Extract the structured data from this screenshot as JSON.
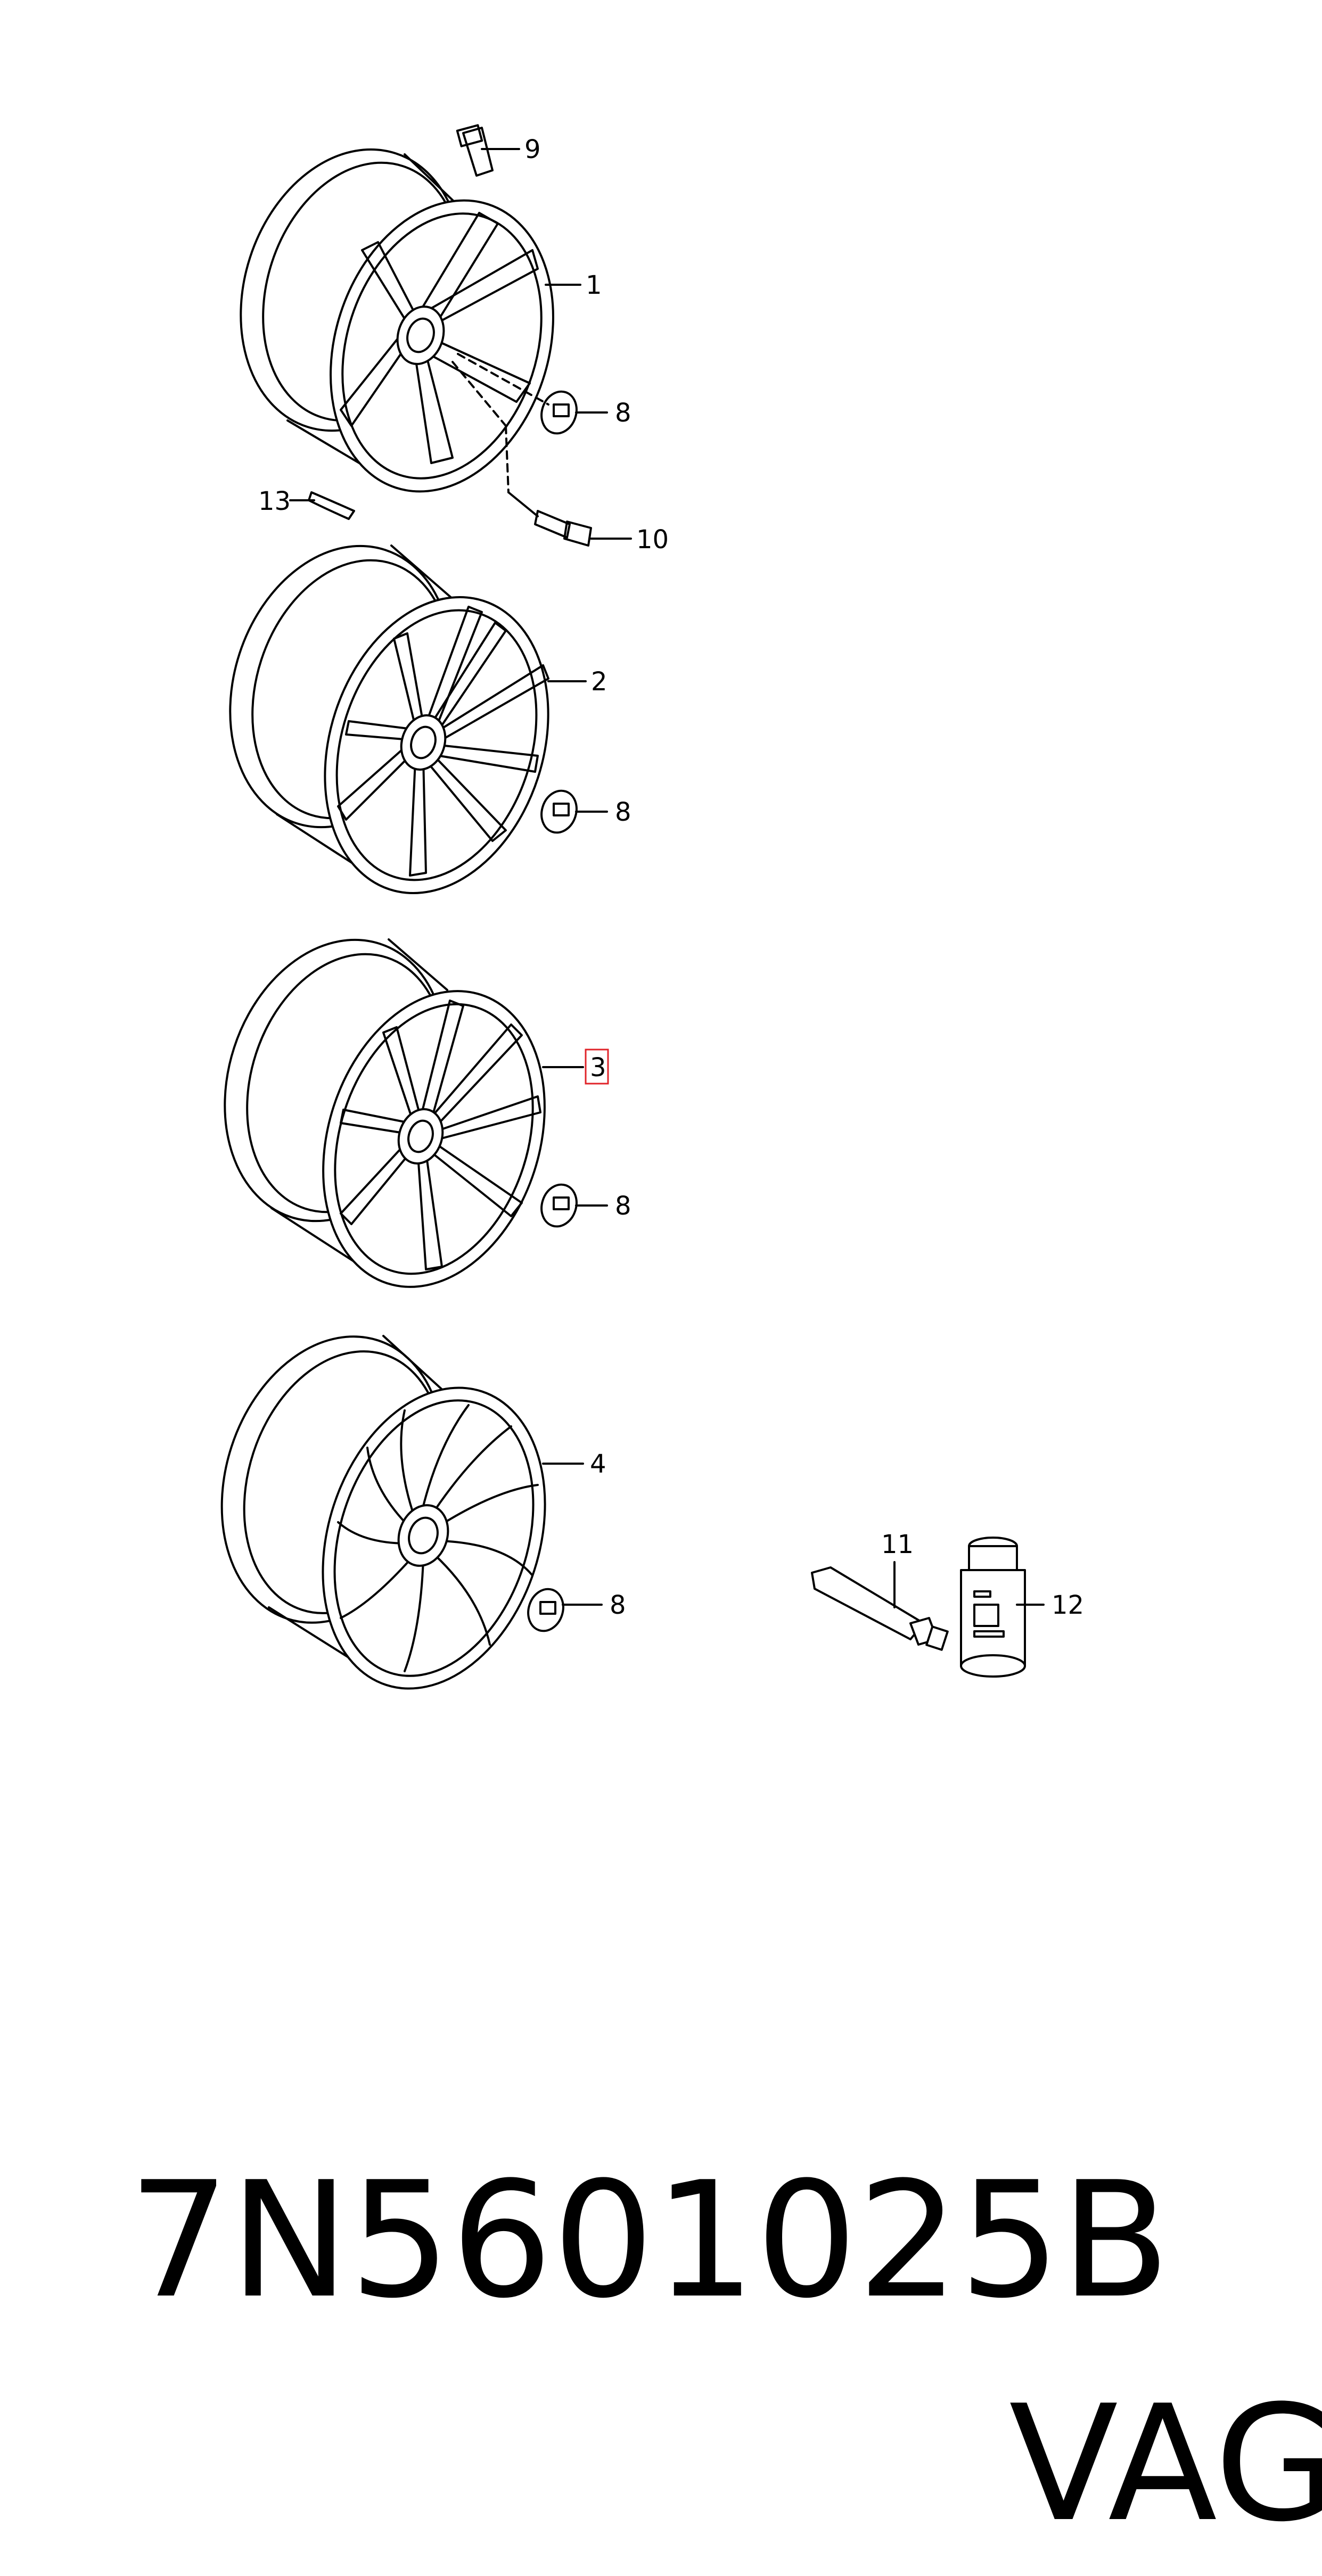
{
  "callouts": {
    "c9": "9",
    "c1": "1",
    "c8a": "8",
    "c13": "13",
    "c10": "10",
    "c2": "2",
    "c8b": "8",
    "c3": "3",
    "c8c": "8",
    "c4": "4",
    "c8d": "8",
    "c11": "11",
    "c12": "12"
  },
  "footer": {
    "part_number": "7N5601025B",
    "brand": "VAG"
  },
  "colors": {
    "line": "#000000",
    "highlight": "#e0242a",
    "background": "#ffffff"
  }
}
